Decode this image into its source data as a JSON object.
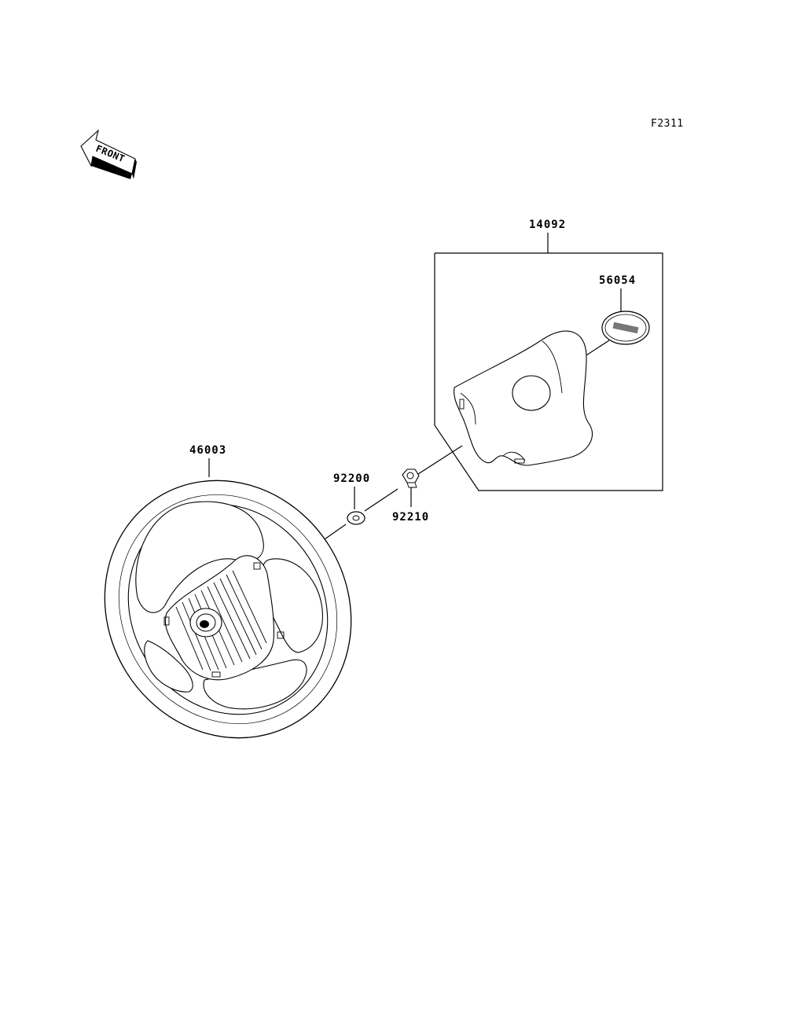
{
  "figure_code": "F2311",
  "front_arrow": {
    "label": "FRONT"
  },
  "parts": {
    "cover_assy": {
      "number": "14092"
    },
    "emblem": {
      "number": "56054"
    },
    "steering_wheel": {
      "number": "46003"
    },
    "washer": {
      "number": "92200"
    },
    "nut": {
      "number": "92210"
    }
  }
}
